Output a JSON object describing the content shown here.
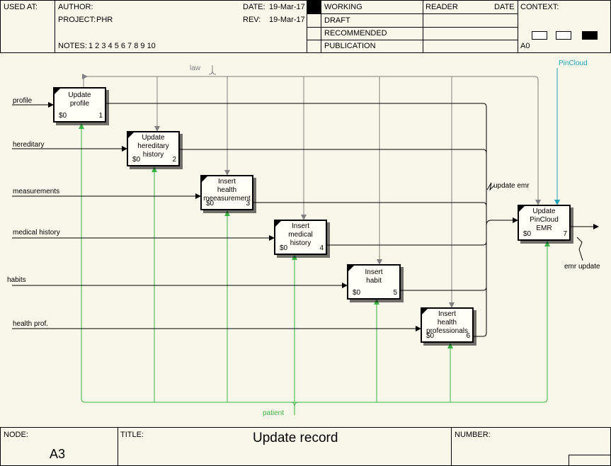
{
  "header": {
    "used_at_label": "USED AT:",
    "author_label": "AUTHOR:",
    "project_label": "PROJECT:",
    "project_value": "PHR",
    "notes_label": "NOTES:",
    "notes_value": "1  2  3  4  5  6  7  8  9  10",
    "date_label": "DATE:",
    "date_value": "19-Mar-17",
    "rev_label": "REV:",
    "rev_value": "19-Mar-17",
    "status": [
      "WORKING",
      "DRAFT",
      "RECOMMENDED",
      "PUBLICATION"
    ],
    "reader_label": "READER",
    "reader_date_label": "DATE",
    "context_label": "CONTEXT:",
    "context_node": "A0"
  },
  "footer": {
    "node_label": "NODE:",
    "node_value": "A3",
    "title_label": "TITLE:",
    "title_value": "Update record",
    "number_label": "NUMBER:"
  },
  "boxes": [
    {
      "label": "Update\nprofile",
      "cost": "$0",
      "number": "1"
    },
    {
      "label": "Update\nhereditary\nhistory",
      "cost": "$0",
      "number": "2"
    },
    {
      "label": "Insert\nhealth\nmeeasurement",
      "cost": "$0",
      "number": "3"
    },
    {
      "label": "Insert\nmedical\nhistory",
      "cost": "$0",
      "number": "4"
    },
    {
      "label": "Insert\nhabit",
      "cost": "$0",
      "number": "5"
    },
    {
      "label": "Insert\nhealth\nprofessionals",
      "cost": "$0",
      "number": "6"
    },
    {
      "label": "Update\nPinCloud\nEMR",
      "cost": "$0",
      "number": "7"
    }
  ],
  "inputs": [
    "profile",
    "hereditary",
    "measurements",
    "medical history",
    "habits",
    "health prof."
  ],
  "control_label": "law",
  "mechanism_label": "patient",
  "external_control_label": "PinCloud",
  "internal_arrow_label": "update emr",
  "output_label": "emr update",
  "colors": {
    "control": "#808080",
    "mechanism": "#3cb043",
    "external": "#1aa3b5",
    "background": "#f8f7ea"
  }
}
